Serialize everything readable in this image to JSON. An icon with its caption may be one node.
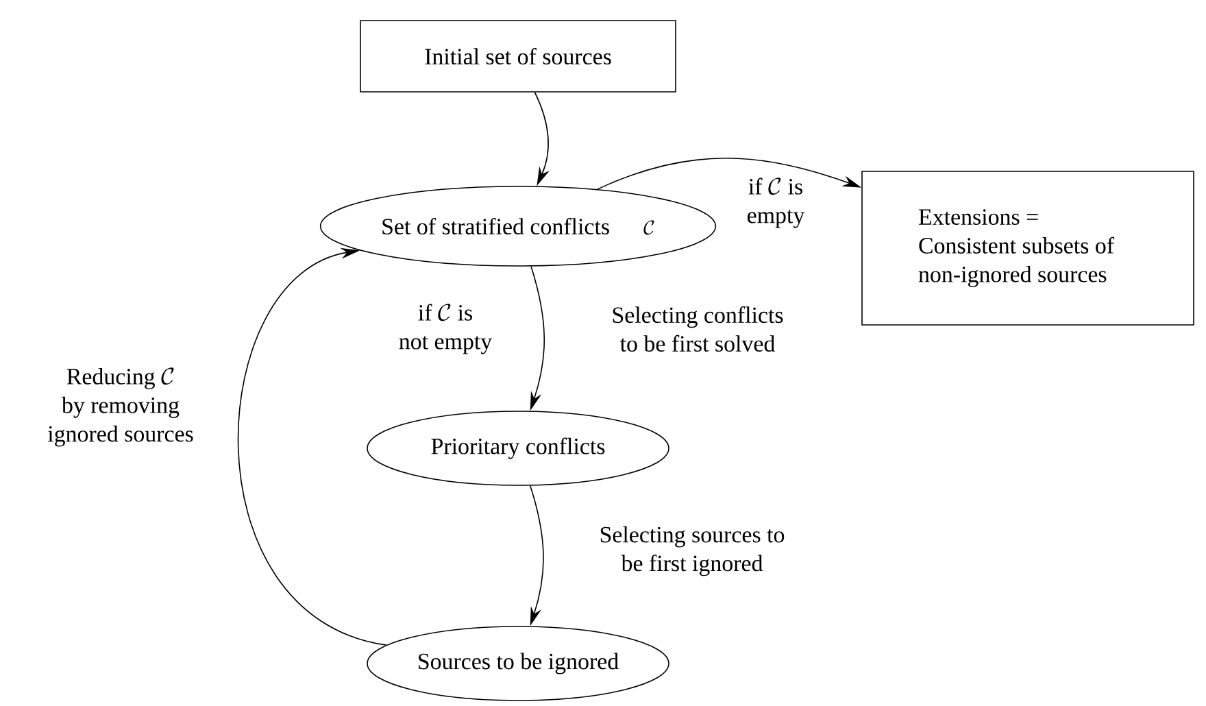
{
  "diagram": {
    "nodes": [
      {
        "text": [
          "Initial set of sources"
        ]
      },
      {
        "text": [
          "Set of stratified conflicts",
          "\\mathcal{C}"
        ]
      },
      {
        "text": [
          "Extensions = Consistent subsets of non-ignored sources"
        ]
      },
      {
        "text": [
          "Prioritary conflicts"
        ]
      },
      {
        "text": [
          "Sources to be ignored"
        ]
      }
    ],
    "edges": [
      {
        "from": 0,
        "to": 1,
        "arrow": "to"
      },
      {
        "from": 1,
        "to": 2,
        "arrow": "to",
        "label": "\\begin{array}{c}\\text{if } \\mathcal{C} \\text{ is}\\\\ \\text{empty}\\end{array}"
      },
      {
        "from": 1,
        "to": 3,
        "arrow": "to",
        "label": "\\begin{array}{c}\\text{if } \\mathcal{C} \\text{ is}\\\\ \\text{not empty}\\end{array}"
      },
      {
        "from": 3,
        "to": 4,
        "arrow": "to",
        "label": "Selecting sources to be first ignored"
      },
      {
        "from": 4,
        "to": 1,
        "arrow": "to",
        "label": "\\begin{array}{c}\\text{Reducing } \\mathcal{C}\\\\ \\text{by removing}\\\\ \\text{ignored sources}\\end{array}"
      }
    ],
    "labels": [
      "Selecting conflicts to be first solved"
    ]
  }
}
